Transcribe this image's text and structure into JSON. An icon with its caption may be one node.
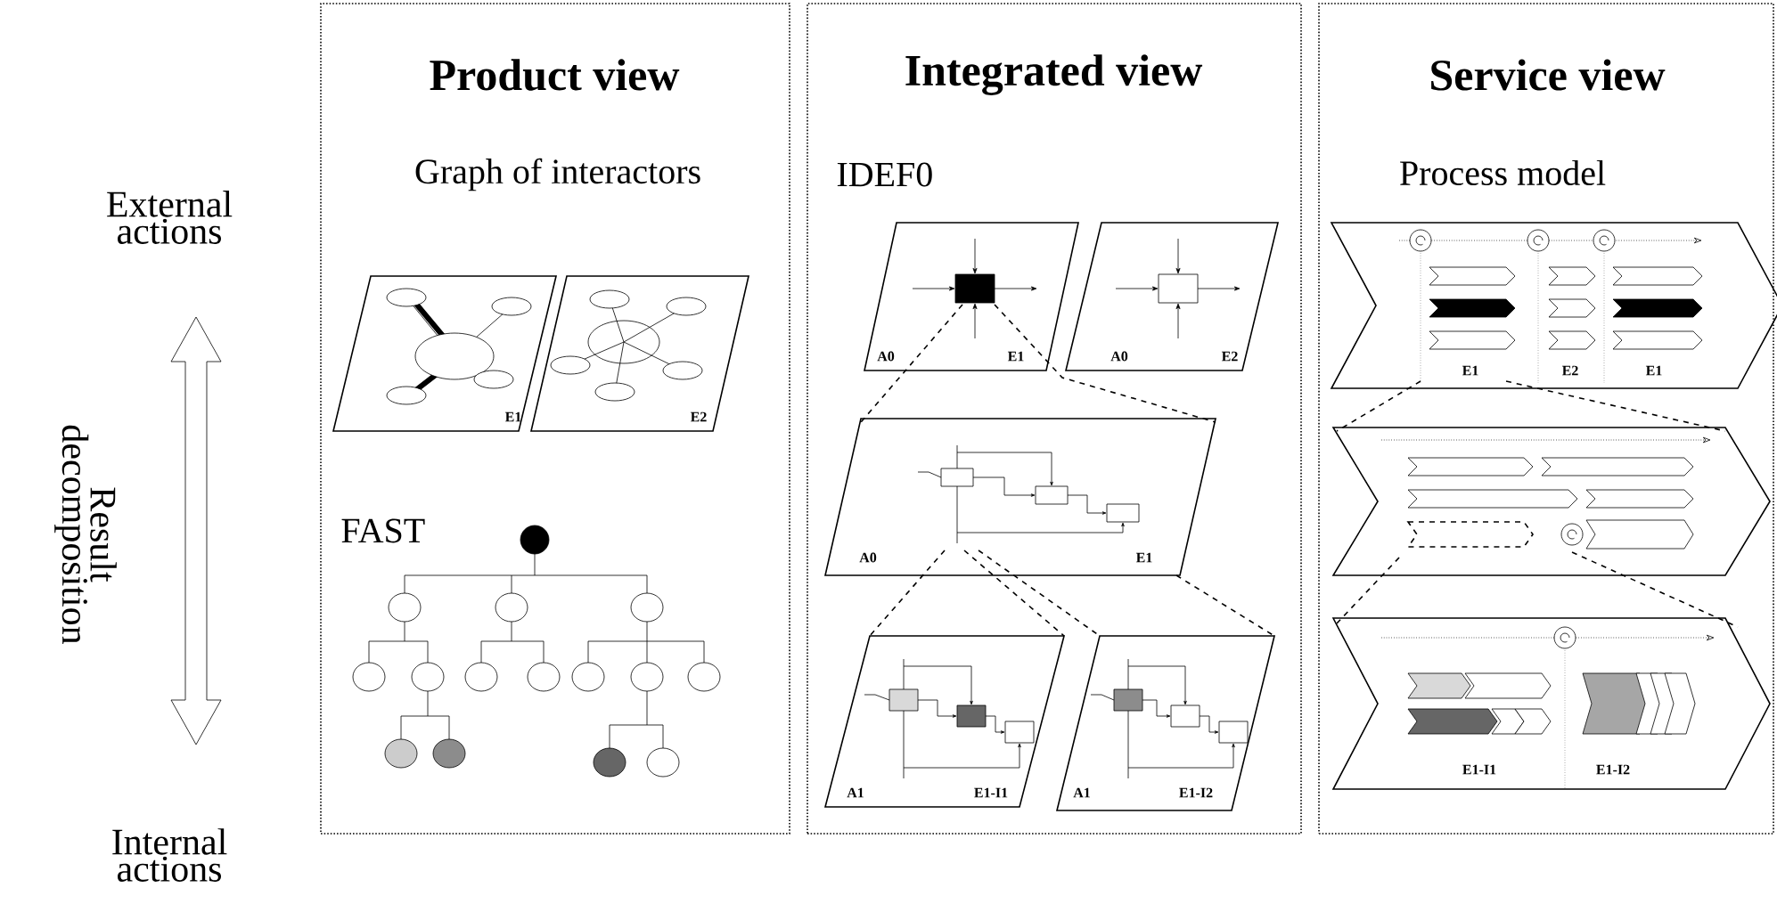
{
  "diagram": {
    "nodes": [
      {
        "text": [
          "Product view",
          "Graph of interactors",
          "FAST"
        ]
      },
      {
        "text": [
          "Integrated view",
          "IDEF0"
        ]
      },
      {
        "text": [
          "Service view",
          "Process model"
        ]
      },
      {
        "text": [
          "E1"
        ],
        "in": 0
      },
      {
        "text": [
          "E2"
        ],
        "in": 0
      },
      {
        "text": [
          "A0",
          "E1"
        ],
        "in": 1
      },
      {
        "text": [
          "A0",
          "E2"
        ],
        "in": 1
      },
      {
        "text": [
          "A0",
          "E1"
        ],
        "in": 1
      },
      {
        "text": [
          "A1",
          "E1-I1"
        ],
        "in": 1
      },
      {
        "text": [
          "A1",
          "E1-I2"
        ],
        "in": 1
      },
      {
        "text": [
          "E1",
          "E2",
          "E1"
        ],
        "in": 2
      },
      {
        "text": [],
        "shape": "chevron",
        "in": 2
      },
      {
        "text": [
          "E1-I1",
          "E1-I2"
        ],
        "in": 2
      }
    ],
    "edges": [
      {
        "from": 5,
        "to": 7,
        "arrow": "none",
        "style": "dashed"
      },
      {
        "from": 5,
        "to": 7,
        "arrow": "none",
        "style": "dashed"
      },
      {
        "from": 7,
        "to": 8,
        "arrow": "none",
        "style": "dashed"
      },
      {
        "from": 7,
        "to": 8,
        "arrow": "none",
        "style": "dashed"
      },
      {
        "from": 7,
        "to": 9,
        "arrow": "none",
        "style": "dashed"
      },
      {
        "from": 7,
        "to": 9,
        "arrow": "none",
        "style": "dashed"
      },
      {
        "from": 10,
        "to": 11,
        "arrow": "none",
        "style": "dashed"
      },
      {
        "from": 10,
        "to": 11,
        "arrow": "none",
        "style": "dashed"
      },
      {
        "from": 11,
        "to": 12,
        "arrow": "none",
        "style": "dashed"
      },
      {
        "from": 11,
        "to": 12,
        "arrow": "none",
        "style": "dashed"
      }
    ],
    "labels": [
      "External actions",
      "Result decomposition",
      "Internal actions"
    ]
  }
}
